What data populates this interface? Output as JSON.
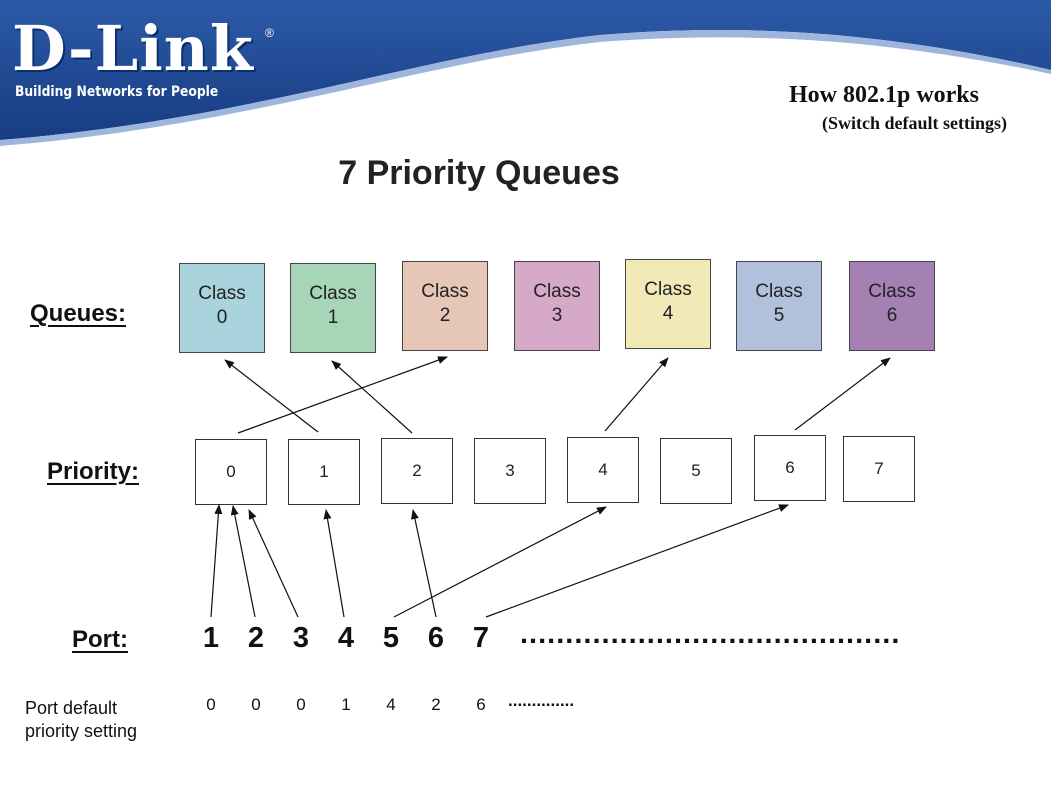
{
  "header": {
    "logo": "D-Link",
    "logo_mark": "®",
    "tagline": "Building Networks for People",
    "title": "How 802.1p works",
    "subtitle": "(Switch default settings)"
  },
  "main_title": "7 Priority Queues",
  "labels": {
    "queues": "Queues:",
    "priority": "Priority:",
    "port": "Port:",
    "port_default_line1": "Port default",
    "port_default_line2": "priority setting"
  },
  "queues": [
    {
      "line1": "Class",
      "line2": "0",
      "color": "#a9d3dd"
    },
    {
      "line1": "Class",
      "line2": "1",
      "color": "#a6d6b7"
    },
    {
      "line1": "Class",
      "line2": "2",
      "color": "#e6c6b6"
    },
    {
      "line1": "Class",
      "line2": "3",
      "color": "#d7a9c8"
    },
    {
      "line1": "Class",
      "line2": "4",
      "color": "#f1eab6"
    },
    {
      "line1": "Class",
      "line2": "5",
      "color": "#b1c1dc"
    },
    {
      "line1": "Class",
      "line2": "6",
      "color": "#a481b2"
    }
  ],
  "priorities": [
    "0",
    "1",
    "2",
    "3",
    "4",
    "5",
    "6",
    "7"
  ],
  "ports": [
    "1",
    "2",
    "3",
    "4",
    "5",
    "6",
    "7"
  ],
  "port_dots": "..........................................",
  "port_defaults": [
    "0",
    "0",
    "0",
    "1",
    "4",
    "2",
    "6"
  ],
  "port_default_dots": "..............",
  "colors": {
    "banner_blue": "#1a3f86",
    "banner_light": "#3c66b3"
  }
}
